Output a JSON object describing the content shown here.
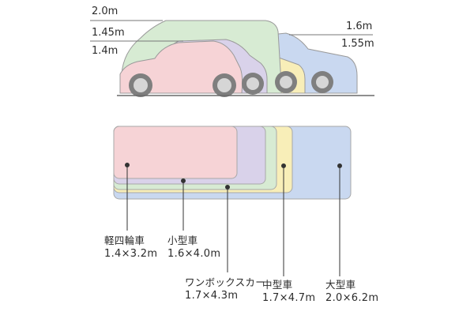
{
  "height_labels": {
    "wagon": "2.0m",
    "midsize_left": "1.45m",
    "kei": "1.4m",
    "large": "1.6m",
    "small": "1.55m"
  },
  "categories": [
    {
      "key": "kei",
      "name": "軽四輪車",
      "dims": "1.4×3.2m",
      "color": "#f6d3d6"
    },
    {
      "key": "small",
      "name": "小型車",
      "dims": "1.6×4.0m",
      "color": "#d9d2ea"
    },
    {
      "key": "wagon",
      "name": "ワンボックスカー",
      "dims": "1.7×4.3m",
      "color": "#d7ebd3"
    },
    {
      "key": "mid",
      "name": "中型車",
      "dims": "1.7×4.7m",
      "color": "#f8eeb8"
    },
    {
      "key": "large",
      "name": "大型車",
      "dims": "2.0×6.2m",
      "color": "#c9d8f0"
    }
  ],
  "colors": {
    "outline": "#9a9a9a",
    "ground": "#6a6a6a",
    "wheel": "#7f7f7f",
    "hub": "#d6d6d6"
  }
}
